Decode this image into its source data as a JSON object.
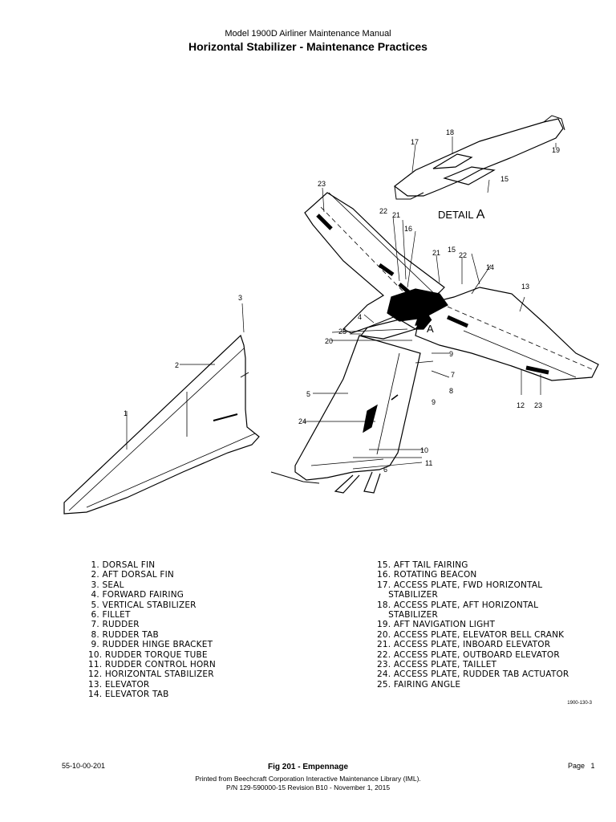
{
  "header": {
    "manual_title": "Model 1900D Airliner Maintenance Manual",
    "section_title": "Horizontal Stabilizer - Maintenance Practices"
  },
  "figure": {
    "detail_label": "DETAIL",
    "detail_letter": "A",
    "view_letter": "A",
    "figure_ref": "1900-130-3",
    "callouts": [
      "1",
      "2",
      "3",
      "4",
      "5",
      "6",
      "7",
      "8",
      "9",
      "9",
      "10",
      "11",
      "12",
      "13",
      "14",
      "15",
      "15",
      "16",
      "17",
      "18",
      "19",
      "20",
      "21",
      "21",
      "22",
      "22",
      "23",
      "23",
      "24",
      "25"
    ],
    "legend_left": [
      " 1. DORSAL FIN",
      " 2. AFT DORSAL FIN",
      " 3. SEAL",
      " 4. FORWARD FAIRING",
      " 5. VERTICAL STABILIZER",
      " 6. FILLET",
      " 7. RUDDER",
      " 8. RUDDER TAB",
      " 9. RUDDER HINGE BRACKET",
      "10. RUDDER TORQUE TUBE",
      "11. RUDDER CONTROL HORN",
      "12. HORIZONTAL STABILIZER",
      "13. ELEVATOR",
      "14. ELEVATOR TAB"
    ],
    "legend_right": [
      "15. AFT TAIL FAIRING",
      "16. ROTATING BEACON",
      "17. ACCESS PLATE, FWD HORIZONTAL",
      "    STABILIZER",
      "18. ACCESS PLATE, AFT HORIZONTAL",
      "    STABILIZER",
      "19. AFT NAVIGATION LIGHT",
      "20. ACCESS PLATE, ELEVATOR BELL CRANK",
      "21. ACCESS PLATE, INBOARD ELEVATOR",
      "22. ACCESS PLATE, OUTBOARD ELEVATOR",
      "23. ACCESS PLATE, TAILLET",
      "24. ACCESS PLATE, RUDDER TAB ACTUATOR",
      "25. FAIRING ANGLE"
    ]
  },
  "footer": {
    "doc_number": "55-10-00-201",
    "figure_caption": "Fig 201 - Empennage",
    "printed_from": "Printed from Beechcraft Corporation Interactive Maintenance Library (IML).",
    "part_number": "P/N 129-590000-15 Revision B10 - November 1, 2015",
    "page": "Page   1"
  }
}
